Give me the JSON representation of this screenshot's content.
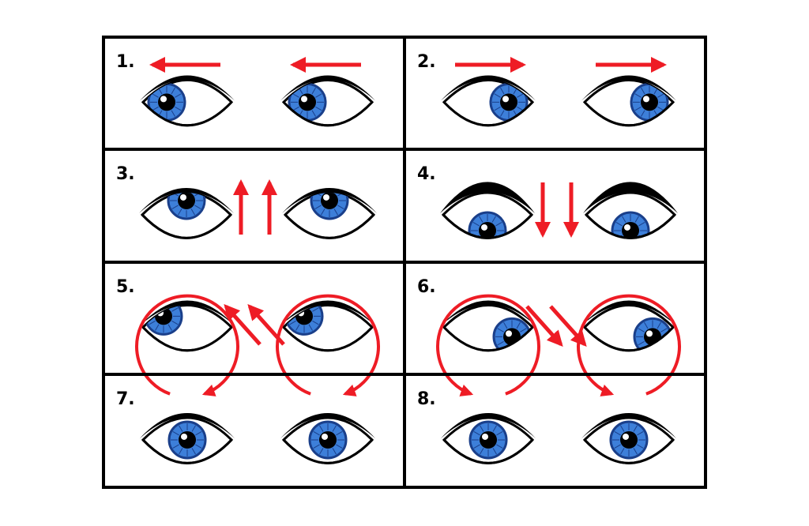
{
  "colors": {
    "border": "#000000",
    "arrow": "#ee1c25",
    "iris": "#3d7fd9",
    "iris_ring": "#1a3f8a",
    "pupil": "#000000",
    "eyelid": "#000000",
    "sclera": "#ffffff"
  },
  "exercises": [
    {
      "number": "1.",
      "direction": "left",
      "gaze": "left",
      "icon": "arrow-left-icon"
    },
    {
      "number": "2.",
      "direction": "right",
      "gaze": "right",
      "icon": "arrow-right-icon"
    },
    {
      "number": "3.",
      "direction": "up",
      "gaze": "up",
      "icon": "arrow-up-icon"
    },
    {
      "number": "4.",
      "direction": "down",
      "gaze": "down",
      "icon": "arrow-down-icon"
    },
    {
      "number": "5.",
      "direction": "up-left",
      "gaze": "up-left",
      "icon": "arrow-diagonal-up-left-icon"
    },
    {
      "number": "6.",
      "direction": "down-right",
      "gaze": "down-right",
      "icon": "arrow-diagonal-down-right-icon"
    },
    {
      "number": "7.",
      "direction": "clockwise",
      "gaze": "center",
      "icon": "rotate-clockwise-icon"
    },
    {
      "number": "8.",
      "direction": "counter-clockwise",
      "gaze": "center",
      "icon": "rotate-counter-clockwise-icon"
    }
  ]
}
